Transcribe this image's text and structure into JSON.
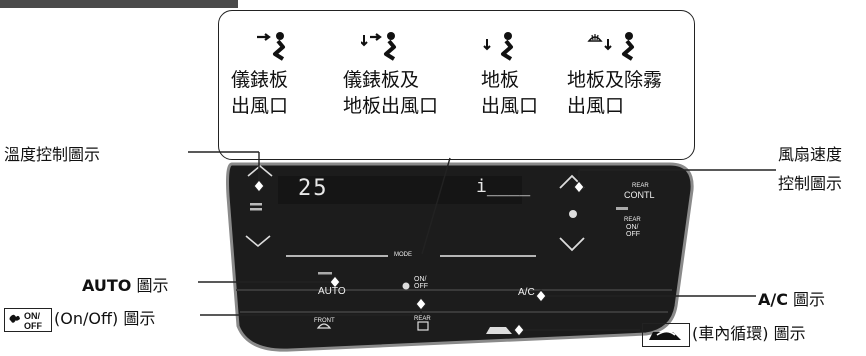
{
  "modes": [
    {
      "id": "dash",
      "label": "儀錶板\n出風口",
      "icon": "face-vent-icon"
    },
    {
      "id": "dash-floor",
      "label": "儀錶板及\n地板出風口",
      "icon": "bilevel-vent-icon"
    },
    {
      "id": "floor",
      "label": "地板\n出風口",
      "icon": "floor-vent-icon"
    },
    {
      "id": "floor-defrost",
      "label": "地板及除霧\n出風口",
      "icon": "floor-defrost-vent-icon"
    }
  ],
  "callouts": {
    "temp": "溫度控制圖示",
    "fan_line1": "風扇速度",
    "fan_line2": "控制圖示",
    "auto_bold": "AUTO",
    "auto_rest": " 圖示",
    "onoff_text": "(On/Off) 圖示",
    "ac_bold": "A/C",
    "ac_rest": " 圖示",
    "recirc": "(車內循環) 圖示"
  },
  "panel": {
    "temp_value": "25",
    "fan_display": "i____",
    "mode_label": "MODE",
    "auto_label": "AUTO",
    "onoff_top": "ON/",
    "onoff_bottom": "OFF",
    "ac_label": "A/C",
    "rear_line1": "REAR",
    "rear_line2": "CONTL",
    "rear_onoff1": "REAR",
    "rear_onoff2": "ON/",
    "rear_onoff3": "OFF",
    "front_label": "FRONT",
    "rear_defrost": "REAR"
  },
  "colors": {
    "panel": "#1c1c1c",
    "panel_edge": "#8a8a8a",
    "text": "#111111"
  }
}
